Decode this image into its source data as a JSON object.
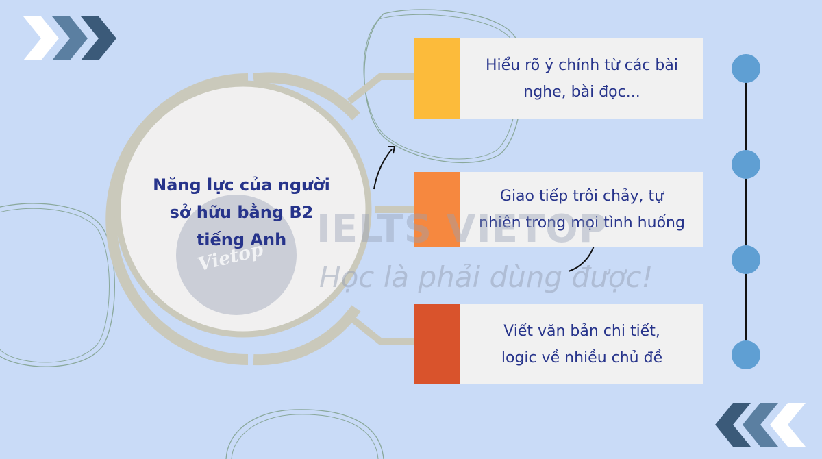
{
  "center": {
    "lines": [
      "Năng lực của người",
      "sở hữu bằng B2",
      "tiếng Anh"
    ]
  },
  "items": [
    {
      "lines": [
        "Hiểu rõ ý chính từ các bài",
        "nghe, bài đọc..."
      ],
      "color": "#fcbb3b"
    },
    {
      "lines": [
        "Giao tiếp trôi chảy, tự",
        "nhiên trong mọi tình huống"
      ],
      "color": "#f6883f"
    },
    {
      "lines": [
        "Viết văn bản chi tiết,",
        "logic về nhiều chủ đề"
      ],
      "color": "#d9532c"
    }
  ],
  "watermark": {
    "brand": "IELTS VIETOP",
    "slogan": "Học là phải dùng được!",
    "logo": "Vietop"
  },
  "colors": {
    "background": "#c9dbf7",
    "ring": "#cac9bb",
    "text": "#27348b",
    "dot": "#5f9fd3",
    "chevron_light": "#ffffff",
    "chevron_mid": "#5b7fa1",
    "chevron_dark": "#3b5a79"
  }
}
